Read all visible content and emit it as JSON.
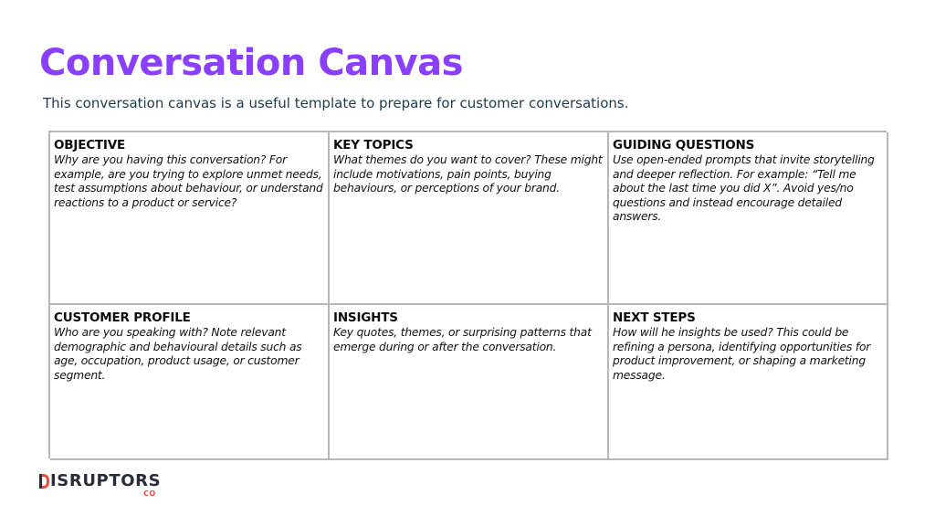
{
  "page": {
    "title": "Conversation Canvas",
    "subtitle": "This conversation canvas is a useful template to prepare for customer conversations."
  },
  "cells": [
    {
      "heading": "OBJECTIVE",
      "body": "Why are you having this conversation? For example, are you trying to explore unmet needs, test assumptions about behaviour, or understand reactions to a product or service?"
    },
    {
      "heading": "KEY TOPICS",
      "body": "What themes do you want to cover? These might include motivations, pain points, buying behaviours, or perceptions of your brand."
    },
    {
      "heading": "GUIDING QUESTIONS",
      "body": "Use open-ended prompts that invite storytelling and deeper reflection. For example: “Tell me about the last time you did X”. Avoid yes/no questions and instead encourage detailed answers."
    },
    {
      "heading": "CUSTOMER PROFILE",
      "body": "Who are you speaking with? Note relevant demographic and behavioural details such as age, occupation, product usage, or customer segment."
    },
    {
      "heading": "INSIGHTS",
      "body": "Key quotes, themes, or surprising patterns that emerge during or after the conversation."
    },
    {
      "heading": "NEXT STEPS",
      "body": "How will he insights be used? This could be refining a persona, identifying opportunities for product improvement, or shaping a marketing message."
    }
  ],
  "logo": {
    "main": "ISRUPTORS",
    "sub": "CO",
    "icon": "disruptors-d-logo-icon"
  },
  "colors": {
    "title": "#8a3ffc",
    "subtitle": "#1f3a4d",
    "grid_border": "#b7b7b7",
    "logo_accent": "#e84e3c",
    "logo_text": "#2b2b3a"
  }
}
